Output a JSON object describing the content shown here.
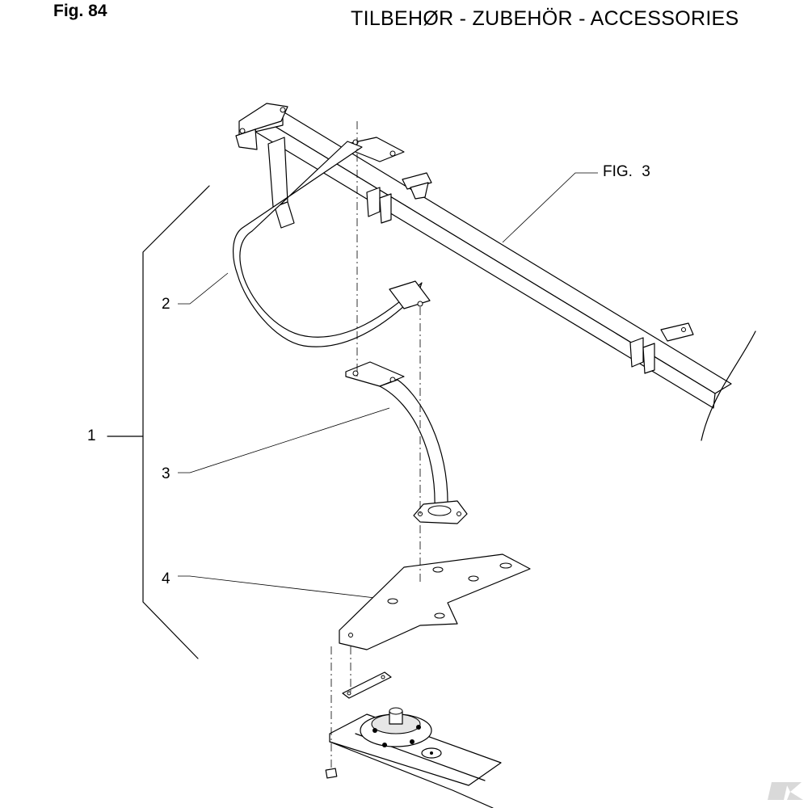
{
  "header": {
    "fig_label": "Fig. 84",
    "title": "TILBEHØR - ZUBEHÖR - ACCESSORIES"
  },
  "figure_reference": "FIG. 3",
  "callouts": [
    {
      "id": "1",
      "label": "1"
    },
    {
      "id": "2",
      "label": "2"
    },
    {
      "id": "3",
      "label": "3"
    },
    {
      "id": "4",
      "label": "4"
    }
  ],
  "colors": {
    "line": "#000000",
    "background": "#ffffff",
    "logo": "#d9d9d9"
  },
  "icons": {
    "corner_logo": "k-logo-icon"
  }
}
